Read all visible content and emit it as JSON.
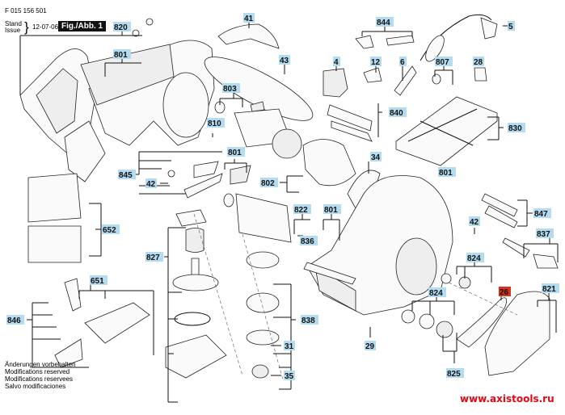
{
  "header": {
    "part_number": "F 015 156 501",
    "stand_label": "Stand",
    "issue_label": "Issue",
    "date": "12-07-06",
    "figure_label": "Fig./Abb. 1"
  },
  "notes": [
    "Änderungen vorbehalten",
    "Modifications reserved",
    "Modifications reservees",
    "Salvo modificaciones"
  ],
  "watermark": "www.axistools.ru",
  "colors": {
    "label_bg": "#b4dcf0",
    "highlight_bg": "#d9321f",
    "watermark": "#e30613"
  },
  "callouts": [
    {
      "id": "820",
      "highlight": false
    },
    {
      "id": "801",
      "highlight": false
    },
    {
      "id": "41",
      "highlight": false
    },
    {
      "id": "43",
      "highlight": false
    },
    {
      "id": "844",
      "highlight": false
    },
    {
      "id": "5",
      "highlight": false
    },
    {
      "id": "4",
      "highlight": false
    },
    {
      "id": "12",
      "highlight": false
    },
    {
      "id": "6",
      "highlight": false
    },
    {
      "id": "807",
      "highlight": false
    },
    {
      "id": "28",
      "highlight": false
    },
    {
      "id": "803",
      "highlight": false
    },
    {
      "id": "840",
      "highlight": false
    },
    {
      "id": "810",
      "highlight": false
    },
    {
      "id": "830",
      "highlight": false
    },
    {
      "id": "801",
      "highlight": false
    },
    {
      "id": "845",
      "highlight": false
    },
    {
      "id": "42",
      "highlight": false
    },
    {
      "id": "34",
      "highlight": false
    },
    {
      "id": "801",
      "highlight": false
    },
    {
      "id": "802",
      "highlight": false
    },
    {
      "id": "822",
      "highlight": false
    },
    {
      "id": "801",
      "highlight": false
    },
    {
      "id": "652",
      "highlight": false
    },
    {
      "id": "836",
      "highlight": false
    },
    {
      "id": "847",
      "highlight": false
    },
    {
      "id": "42",
      "highlight": false
    },
    {
      "id": "837",
      "highlight": false
    },
    {
      "id": "827",
      "highlight": false
    },
    {
      "id": "651",
      "highlight": false
    },
    {
      "id": "824",
      "highlight": false
    },
    {
      "id": "26",
      "highlight": true
    },
    {
      "id": "821",
      "highlight": false
    },
    {
      "id": "824",
      "highlight": false
    },
    {
      "id": "838",
      "highlight": false
    },
    {
      "id": "846",
      "highlight": false
    },
    {
      "id": "31",
      "highlight": false
    },
    {
      "id": "29",
      "highlight": false
    },
    {
      "id": "35",
      "highlight": false
    },
    {
      "id": "825",
      "highlight": false
    }
  ]
}
